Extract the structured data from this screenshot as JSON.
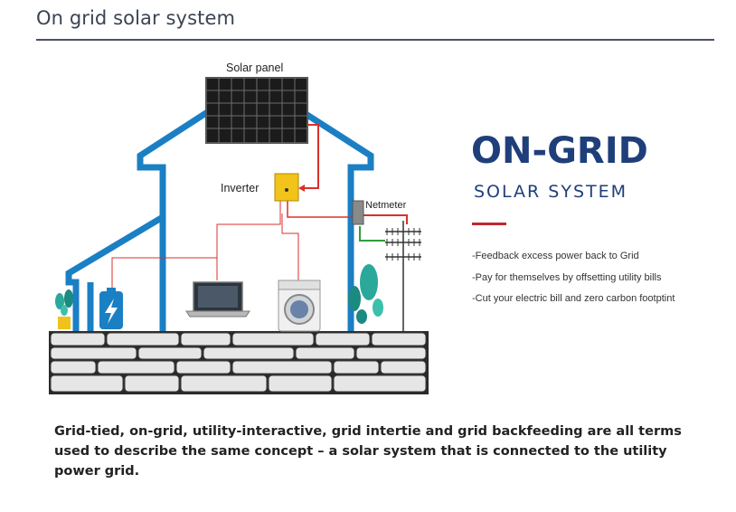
{
  "page": {
    "title": "On grid solar system",
    "caption": "Grid-tied, on-grid, utility-interactive, grid intertie and grid backfeeding are all terms used to describe the same concept – a solar system that is connected to the utility power grid."
  },
  "diagram": {
    "labels": {
      "solar_panel": "Solar panel",
      "inverter": "Inverter",
      "netmeter": "Netmeter"
    },
    "headline": "ON-GRID",
    "subheadline": "SOLAR SYSTEM",
    "bullets": [
      "-Feedback excess power back to Grid",
      "-Pay for themselves by offsetting utility bills",
      "-Cut your electric bill and zero carbon footptint"
    ],
    "colors": {
      "house_outline": "#1b7fc4",
      "wire_red": "#d9302c",
      "wire_green": "#2e9e3e",
      "accent_rule": "#c0272d",
      "headline": "#1f3f7a",
      "inverter": "#f2c318"
    }
  }
}
